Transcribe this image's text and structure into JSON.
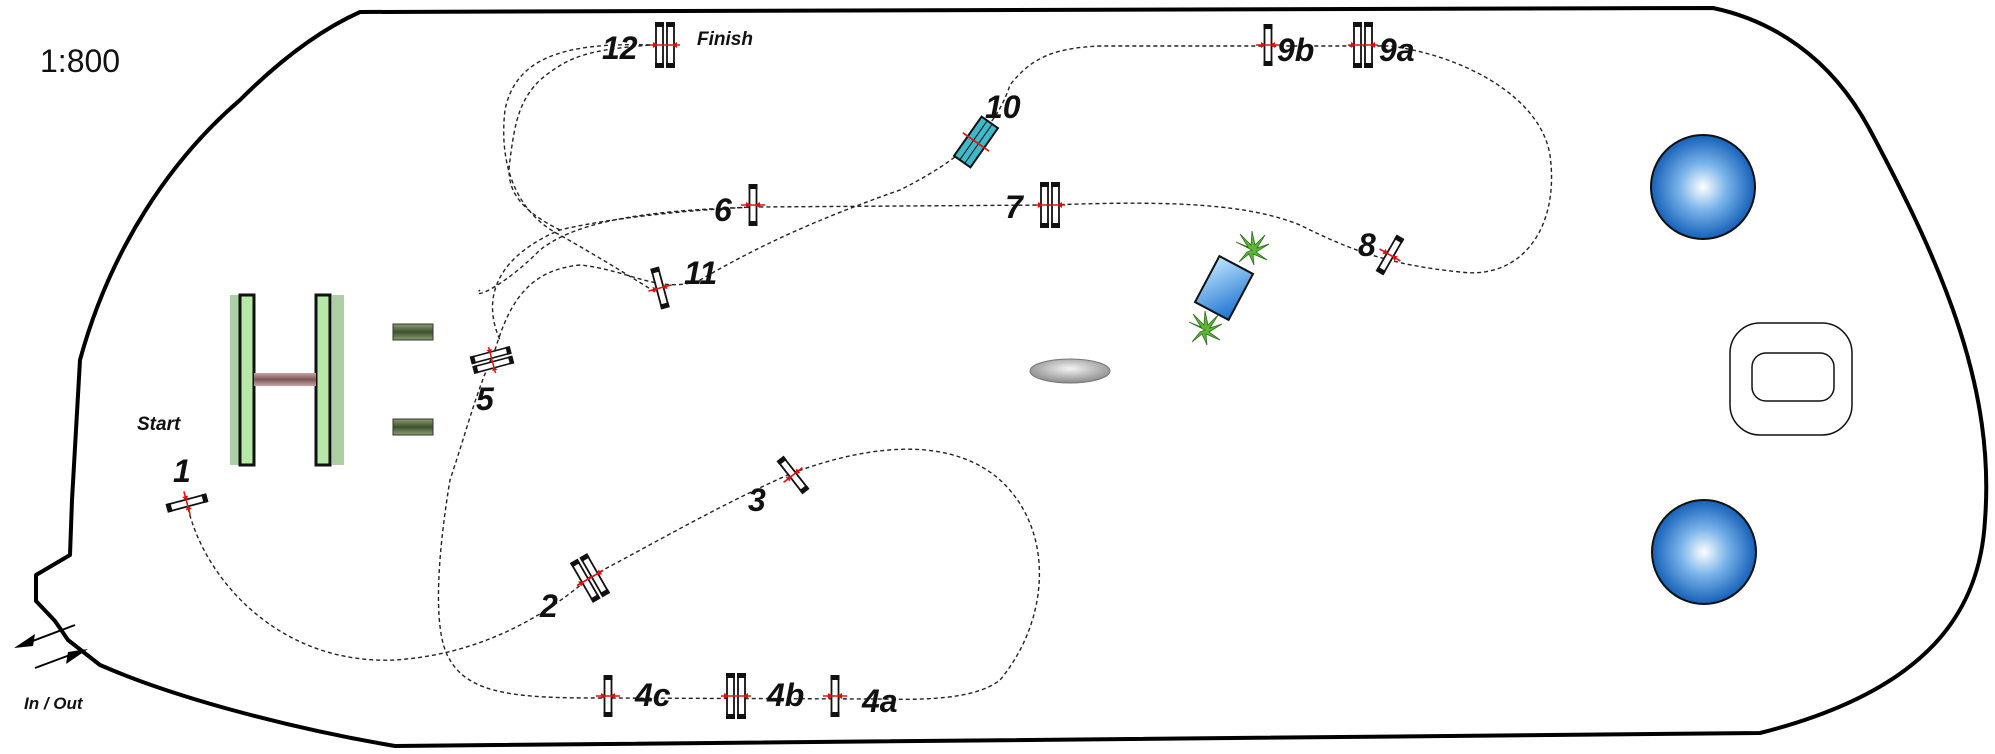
{
  "scale": "1:800",
  "labels": {
    "start": "Start",
    "finish": "Finish",
    "in_out": "In / Out"
  },
  "gates": [
    {
      "id": "1",
      "label": "1"
    },
    {
      "id": "2",
      "label": "2"
    },
    {
      "id": "3",
      "label": "3"
    },
    {
      "id": "4a",
      "label": "4a"
    },
    {
      "id": "4b",
      "label": "4b"
    },
    {
      "id": "4c",
      "label": "4c"
    },
    {
      "id": "5",
      "label": "5"
    },
    {
      "id": "6",
      "label": "6"
    },
    {
      "id": "7",
      "label": "7"
    },
    {
      "id": "8",
      "label": "8"
    },
    {
      "id": "9a",
      "label": "9a"
    },
    {
      "id": "9b",
      "label": "9b"
    },
    {
      "id": "10",
      "label": "10"
    },
    {
      "id": "11",
      "label": "11"
    },
    {
      "id": "12",
      "label": "12"
    }
  ],
  "colors": {
    "boundary": "#000000",
    "route": "#222222",
    "gate_marker": "#e01010",
    "pond_blue": "#1e6fc8",
    "start_gate_green": "#b8e8a8",
    "hedge_green": "#6aa85a",
    "gate10_cyan": "#3fb8c8"
  },
  "icons": [
    "gate-pylon-icon",
    "plant-icon",
    "pond-icon",
    "arrow-icon"
  ]
}
